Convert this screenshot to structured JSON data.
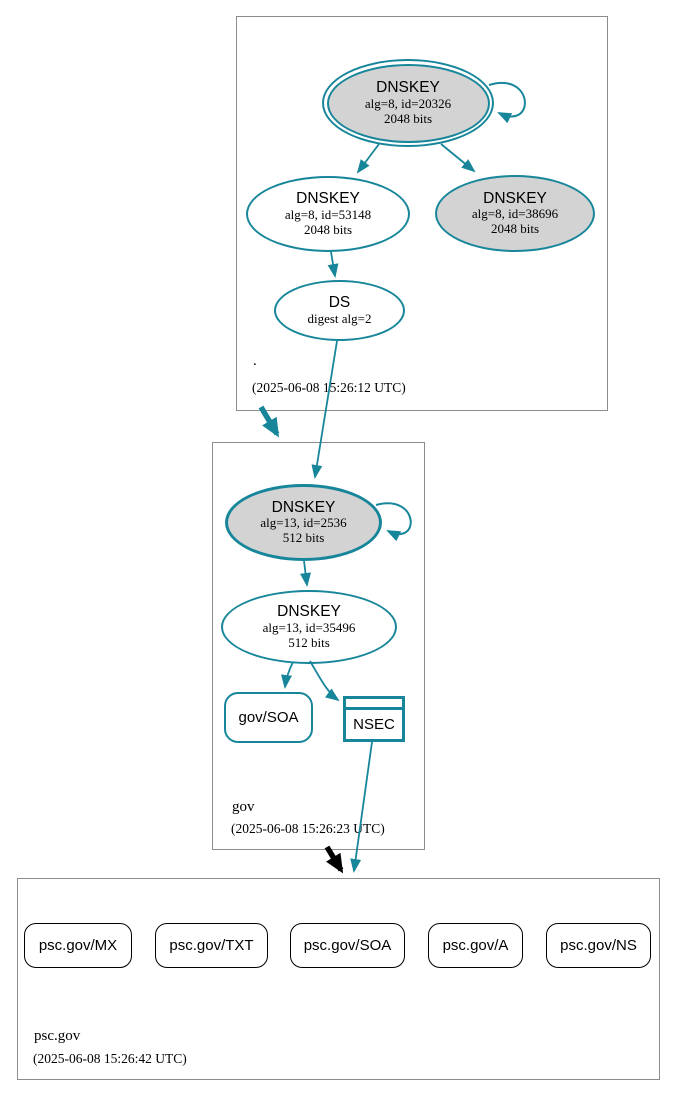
{
  "colors": {
    "teal": "#17869A",
    "node_fill_gray": "#D3D3D3",
    "node_fill_white": "#FFFFFF",
    "rrset_border": "#000000",
    "cluster_border": "#8C8C8C"
  },
  "zones": {
    "root": {
      "label": ".",
      "timestamp": "(2025-06-08 15:26:12 UTC)"
    },
    "gov": {
      "label": "gov",
      "timestamp": "(2025-06-08 15:26:23 UTC)"
    },
    "psc_gov": {
      "label": "psc.gov",
      "timestamp": "(2025-06-08 15:26:42 UTC)"
    }
  },
  "nodes": {
    "root_ksk": {
      "title": "DNSKEY",
      "line1": "alg=8, id=20326",
      "line2": "2048 bits"
    },
    "root_zsk": {
      "title": "DNSKEY",
      "line1": "alg=8, id=53148",
      "line2": "2048 bits"
    },
    "root_key_38696": {
      "title": "DNSKEY",
      "line1": "alg=8, id=38696",
      "line2": "2048 bits"
    },
    "root_ds": {
      "title": "DS",
      "line1": "digest alg=2"
    },
    "gov_ksk": {
      "title": "DNSKEY",
      "line1": "alg=13, id=2536",
      "line2": "512 bits"
    },
    "gov_zsk": {
      "title": "DNSKEY",
      "line1": "alg=13, id=35496",
      "line2": "512 bits"
    },
    "gov_soa": {
      "label": "gov/SOA"
    },
    "gov_nsec": {
      "label": "NSEC"
    },
    "psc_mx": {
      "label": "psc.gov/MX"
    },
    "psc_txt": {
      "label": "psc.gov/TXT"
    },
    "psc_soa": {
      "label": "psc.gov/SOA"
    },
    "psc_a": {
      "label": "psc.gov/A"
    },
    "psc_ns": {
      "label": "psc.gov/NS"
    }
  }
}
